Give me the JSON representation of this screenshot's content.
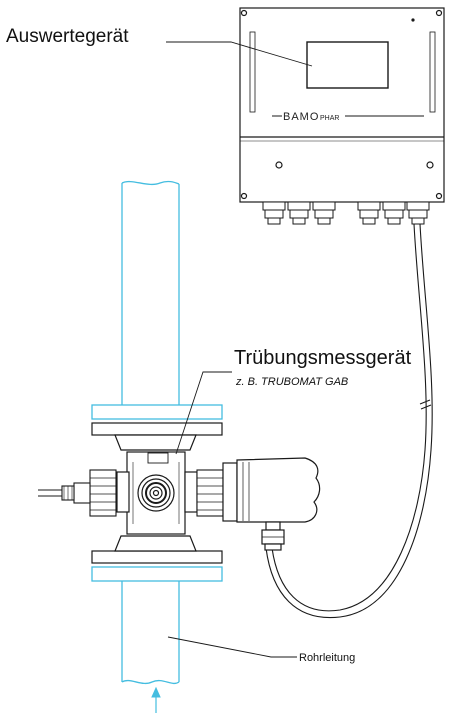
{
  "labels": {
    "evaluation_unit": "Auswertegerät",
    "turbidity_meter": "Trübungsmessgerät",
    "turbidity_meter_example": "z. B. TRUBOMAT GAB",
    "pipeline": "Rohrleitung"
  },
  "brand": {
    "name": "BAMO",
    "suffix": "PHAR"
  },
  "colors": {
    "pipe": "#44bde0",
    "line": "#1a1a1a"
  }
}
